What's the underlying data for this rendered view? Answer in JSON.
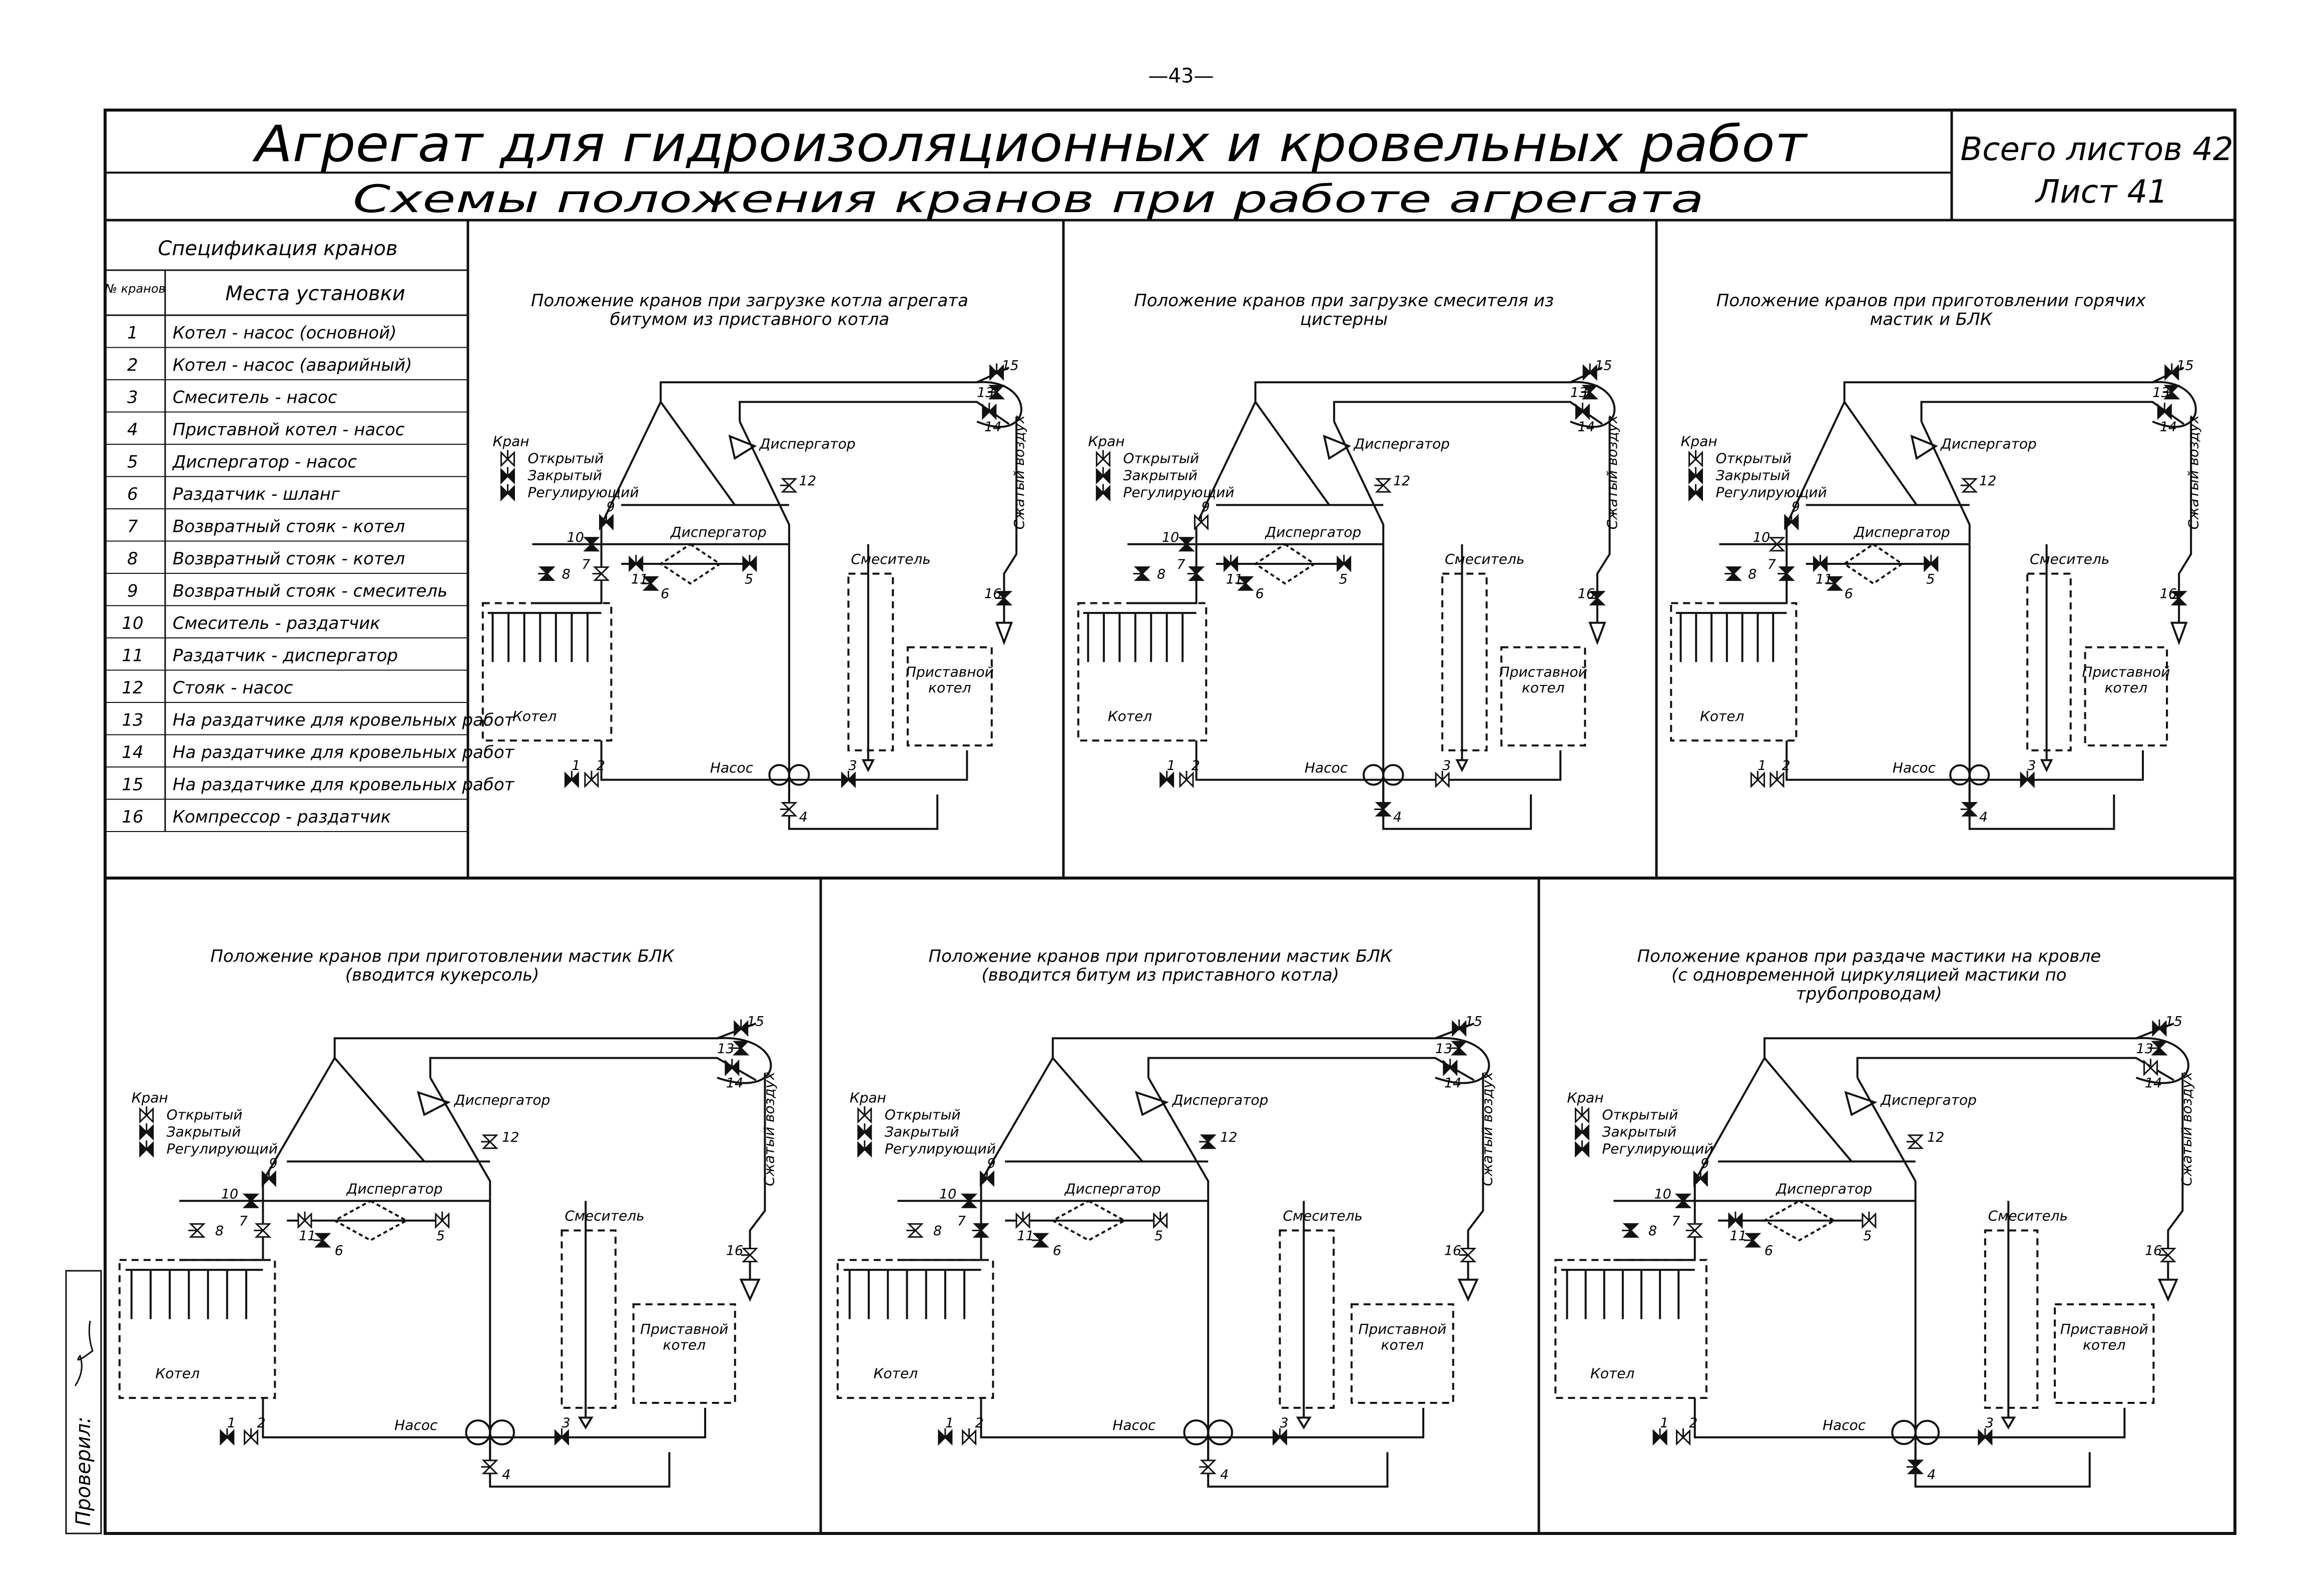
{
  "page_number": "—43—",
  "header": {
    "title": "Агрегат для гидроизоляционных и кровельных работ",
    "subtitle": "Схемы положения кранов при работе агрегата",
    "sheets_total": "Всего листов 42",
    "sheet": "Лист 41"
  },
  "spec": {
    "title": "Спецификация кранов",
    "col_num": "№ кранов",
    "col_place": "Места установки",
    "rows": [
      {
        "n": "1",
        "place": "Котел - насос (основной)"
      },
      {
        "n": "2",
        "place": "Котел - насос (аварийный)"
      },
      {
        "n": "3",
        "place": "Смеситель - насос"
      },
      {
        "n": "4",
        "place": "Приставной котел - насос"
      },
      {
        "n": "5",
        "place": "Диспергатор - насос"
      },
      {
        "n": "6",
        "place": "Раздатчик - шланг"
      },
      {
        "n": "7",
        "place": "Возвратный стояк - котел"
      },
      {
        "n": "8",
        "place": "Возвратный стояк - котел"
      },
      {
        "n": "9",
        "place": "Возвратный стояк - смеситель"
      },
      {
        "n": "10",
        "place": "Смеситель - раздатчик"
      },
      {
        "n": "11",
        "place": "Раздатчик - диспергатор"
      },
      {
        "n": "12",
        "place": "Стояк - насос"
      },
      {
        "n": "13",
        "place": "На раздатчике для кровельных работ"
      },
      {
        "n": "14",
        "place": "На раздатчике для кровельных работ"
      },
      {
        "n": "15",
        "place": "На раздатчике для кровельных работ"
      },
      {
        "n": "16",
        "place": "Компрессор - раздатчик"
      }
    ]
  },
  "legend": {
    "title": "Кран",
    "open": "Открытый",
    "closed": "Закрытый",
    "regulating": "Регулирующий"
  },
  "labels": {
    "dispergator": "Диспергатор",
    "mixer": "Смеситель",
    "pump": "Насос",
    "boiler": "Котел",
    "aux_boiler": "Приставной котел",
    "air": "Сжатый воздух"
  },
  "diagrams": [
    {
      "title": "Положение кранов при загрузке котла агрегата битумом из приставного котла",
      "valves": {
        "1": "c",
        "2": "o",
        "3": "c",
        "4": "o",
        "5": "c",
        "6": "c",
        "7": "o",
        "8": "c",
        "9": "c",
        "10": "c",
        "11": "c",
        "12": "o",
        "13": "c",
        "14": "c",
        "15": "c",
        "16": "c"
      }
    },
    {
      "title": "Положение кранов при загрузке смесителя из цистерны",
      "valves": {
        "1": "c",
        "2": "o",
        "3": "o",
        "4": "c",
        "5": "c",
        "6": "c",
        "7": "c",
        "8": "c",
        "9": "o",
        "10": "c",
        "11": "c",
        "12": "o",
        "13": "c",
        "14": "c",
        "15": "c",
        "16": "c"
      }
    },
    {
      "title": "Положение кранов при приготовлении горячих мастик и БЛК",
      "valves": {
        "1": "o",
        "2": "o",
        "3": "c",
        "4": "c",
        "5": "c",
        "6": "c",
        "7": "c",
        "8": "c",
        "9": "c",
        "10": "o",
        "11": "c",
        "12": "o",
        "13": "c",
        "14": "c",
        "15": "c",
        "16": "c"
      }
    },
    {
      "title": "Положение кранов при приготовлении мастик БЛК (вводится кукерсоль)",
      "valves": {
        "1": "c",
        "2": "o",
        "3": "c",
        "4": "o",
        "5": "o",
        "6": "c",
        "7": "o",
        "8": "o",
        "9": "c",
        "10": "c",
        "11": "o",
        "12": "o",
        "13": "c",
        "14": "c",
        "15": "c",
        "16": "o"
      }
    },
    {
      "title": "Положение кранов при приготовлении мастик БЛК (вводится битум из приставного котла)",
      "valves": {
        "1": "c",
        "2": "o",
        "3": "c",
        "4": "o",
        "5": "o",
        "6": "c",
        "7": "c",
        "8": "o",
        "9": "c",
        "10": "c",
        "11": "o",
        "12": "c",
        "13": "c",
        "14": "c",
        "15": "c",
        "16": "o"
      }
    },
    {
      "title": "Положение кранов при раздаче мастики на кровле (с одновременной циркуляцией мастики по трубопроводам)",
      "valves": {
        "1": "c",
        "2": "o",
        "3": "c",
        "4": "c",
        "5": "o",
        "6": "c",
        "7": "o",
        "8": "c",
        "9": "c",
        "10": "c",
        "11": "c",
        "12": "o",
        "13": "c",
        "14": "o",
        "15": "c",
        "16": "o"
      }
    }
  ],
  "checked": "Проверил:"
}
